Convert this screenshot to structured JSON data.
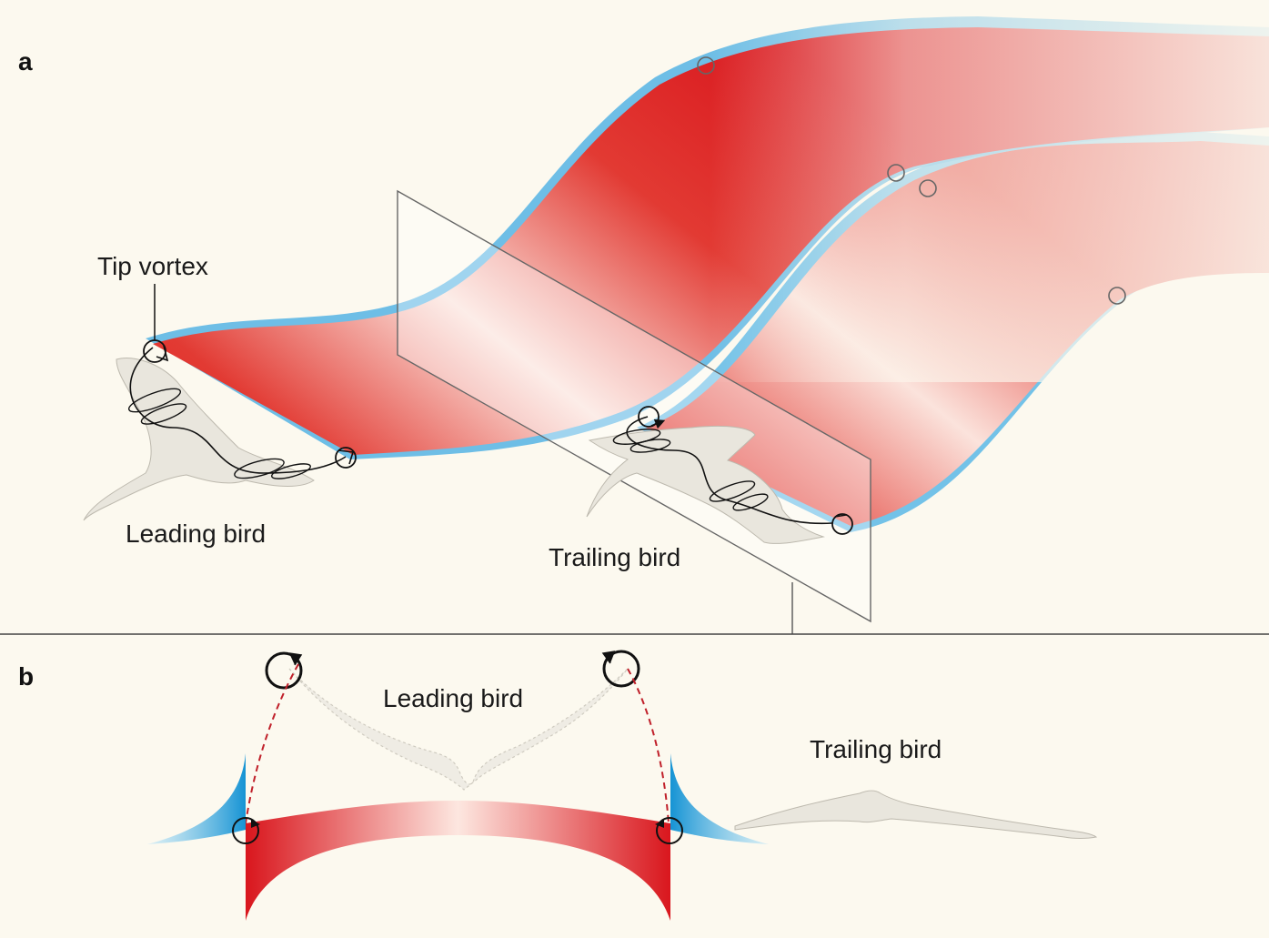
{
  "panels": {
    "a": {
      "letter": "a",
      "labels": {
        "tip_vortex": "Tip vortex",
        "leading_bird": "Leading bird",
        "trailing_bird": "Trailing bird"
      }
    },
    "b": {
      "letter": "b",
      "labels": {
        "leading_bird": "Leading bird",
        "trailing_bird": "Trailing bird"
      }
    }
  },
  "colors": {
    "background": "#fcf9ef",
    "upwash_red": "#d9161d",
    "downwash_blue": "#1e9ad6",
    "bird_fill": "#e9e6dd",
    "vortex_dash": "#c0202a",
    "text": "#1a1a1a"
  }
}
